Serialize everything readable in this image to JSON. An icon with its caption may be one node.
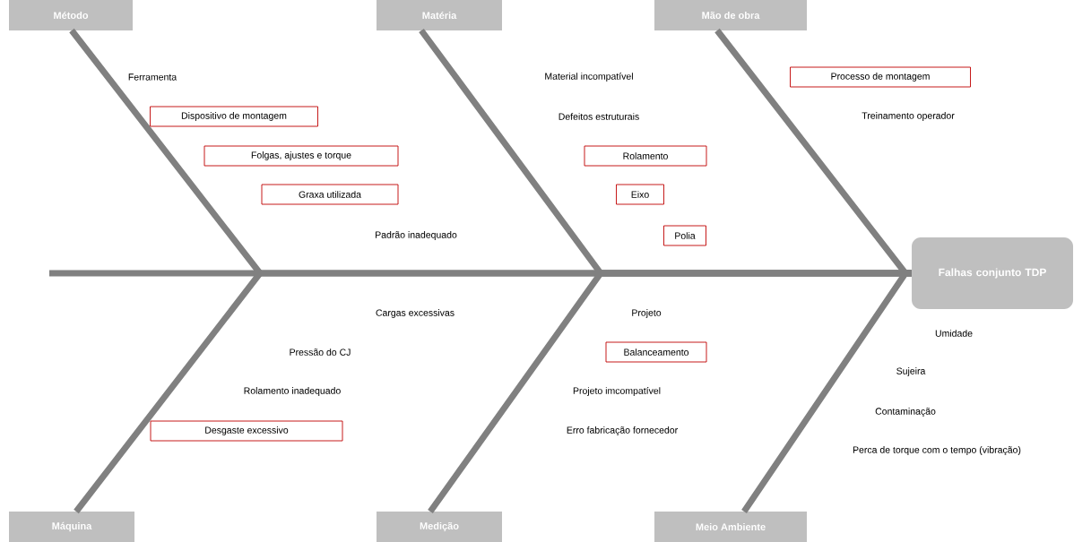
{
  "diagram": {
    "nodes": [
      {
        "text": [
          "Método"
        ]
      },
      {
        "text": [
          "Matéria"
        ]
      },
      {
        "text": [
          "Mão de obra"
        ]
      },
      {
        "text": [
          "Dispositivo de montagem"
        ]
      },
      {
        "text": [
          "Folgas, ajustes e torque"
        ]
      },
      {
        "text": [
          "Graxa utilizada"
        ]
      },
      {
        "text": [
          "Rolamento"
        ]
      },
      {
        "text": [
          "Eixo"
        ]
      },
      {
        "text": [
          "Polia"
        ]
      },
      {
        "text": [
          "Processo de montagem"
        ]
      },
      {
        "text": [
          "Falhas conjunto TDP"
        ]
      },
      {
        "text": [
          "Balanceamento"
        ]
      },
      {
        "text": [
          "Desgaste excessivo"
        ]
      },
      {
        "text": [
          "Máquina"
        ]
      },
      {
        "text": [
          "Medição"
        ]
      },
      {
        "text": [
          "Meio Ambiente"
        ]
      }
    ],
    "edges": [
      {
        "from": 0,
        "to": 10,
        "arrow": "none"
      },
      {
        "from": 1,
        "to": 10,
        "arrow": "none"
      },
      {
        "from": 2,
        "to": 10,
        "arrow": "none"
      },
      {
        "from": 13,
        "to": 10,
        "arrow": "none"
      },
      {
        "from": 14,
        "to": 10,
        "arrow": "none"
      },
      {
        "from": 15,
        "to": 10,
        "arrow": "none"
      }
    ],
    "labels": [
      "Ferramenta",
      "Material incompatível",
      "Defeitos estruturais",
      "Treinamento operador",
      "Padrão inadequado",
      "Cargas excessivas",
      "Projeto",
      "Umidade",
      "Pressão do CJ",
      "Sujeira",
      "Rolamento inadequado",
      "Projeto imcompatível",
      "Contaminação",
      "Erro fabricação fornecedor",
      "Perca de torque com o tempo (vibração)"
    ]
  }
}
